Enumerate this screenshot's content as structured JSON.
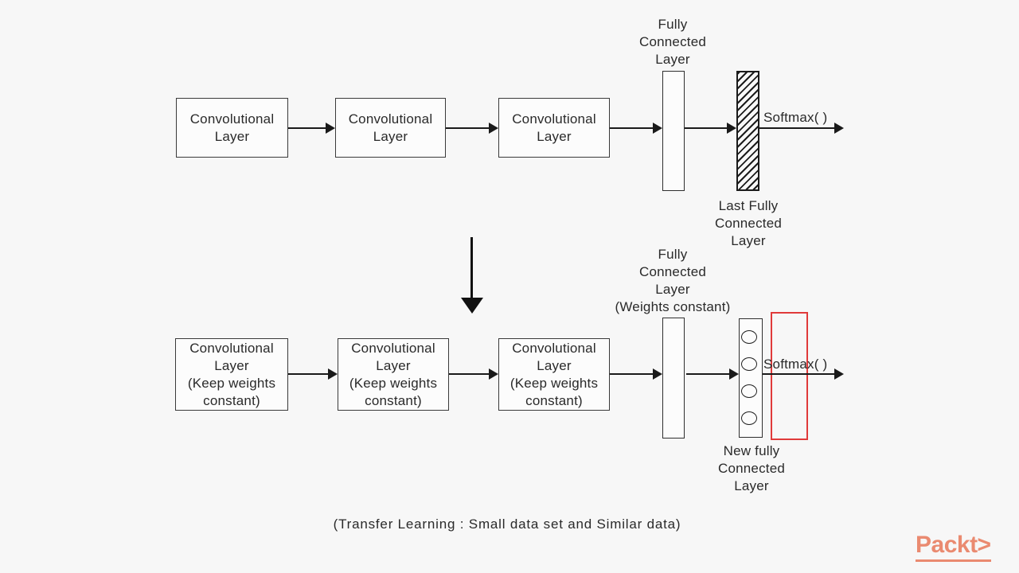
{
  "labels": {
    "conv_layer": [
      "Convolutional",
      "Layer"
    ],
    "conv_layer_frozen": [
      "Convolutional",
      "Layer",
      "(Keep weights",
      "constant)"
    ],
    "fully_connected": [
      "Fully",
      "Connected",
      "Layer"
    ],
    "fully_connected_frozen": [
      "Fully",
      "Connected",
      "Layer",
      "(Weights constant)"
    ],
    "last_fully_connected": [
      "Last Fully",
      "Connected",
      "Layer"
    ],
    "new_fully_connected": [
      "New fully",
      "Connected",
      "Layer"
    ],
    "softmax_top": "Softmax( )",
    "softmax_bottom": "Softmax( )",
    "caption": "(Transfer Learning : Small data set and Similar data)"
  },
  "branding": {
    "logo": "Packt>"
  },
  "colors": {
    "background": "#f7f7f7",
    "line": "#1a1a1a",
    "highlight_red": "#e03a3a",
    "logo_salmon": "#ea8a70"
  }
}
